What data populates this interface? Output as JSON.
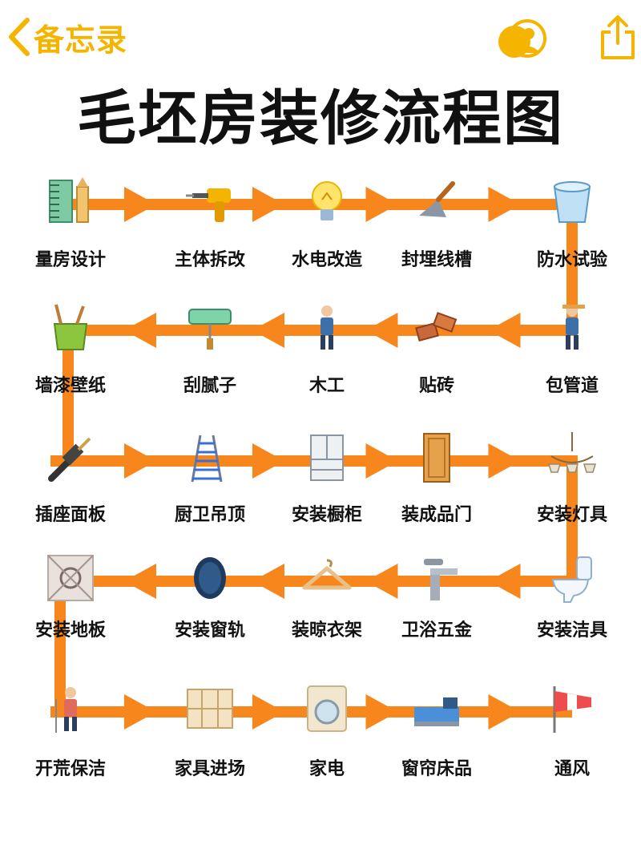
{
  "nav": {
    "back_label": "备忘录"
  },
  "title": "毛坯房装修流程图",
  "colors": {
    "accent": "#F4B400",
    "flow": "#F7861C",
    "text": "#111111"
  },
  "steps": [
    {
      "label": "量房设计",
      "icon": "ruler-pencil-icon"
    },
    {
      "label": "主体拆改",
      "icon": "drill-icon"
    },
    {
      "label": "水电改造",
      "icon": "lightbulb-icon"
    },
    {
      "label": "封埋线槽",
      "icon": "trowel-icon"
    },
    {
      "label": "防水试验",
      "icon": "bucket-icon"
    },
    {
      "label": "包管道",
      "icon": "worker-icon"
    },
    {
      "label": "贴砖",
      "icon": "bricks-icon"
    },
    {
      "label": "木工",
      "icon": "carpenter-icon"
    },
    {
      "label": "刮腻子",
      "icon": "paint-roller-icon"
    },
    {
      "label": "墙漆壁纸",
      "icon": "paint-bucket-icon"
    },
    {
      "label": "插座面板",
      "icon": "plug-icon"
    },
    {
      "label": "厨卫吊顶",
      "icon": "ladder-icon"
    },
    {
      "label": "安装橱柜",
      "icon": "cabinet-icon"
    },
    {
      "label": "装成品门",
      "icon": "door-icon"
    },
    {
      "label": "安装灯具",
      "icon": "chandelier-icon"
    },
    {
      "label": "安装洁具",
      "icon": "toilet-icon"
    },
    {
      "label": "卫浴五金",
      "icon": "faucet-icon"
    },
    {
      "label": "装晾衣架",
      "icon": "hanger-icon"
    },
    {
      "label": "安装窗轨",
      "icon": "window-rail-icon"
    },
    {
      "label": "安装地板",
      "icon": "floor-tile-icon"
    },
    {
      "label": "开荒保洁",
      "icon": "cleaner-icon"
    },
    {
      "label": "家具进场",
      "icon": "shelf-icon"
    },
    {
      "label": "家电",
      "icon": "washing-machine-icon"
    },
    {
      "label": "窗帘床品",
      "icon": "bed-icon"
    },
    {
      "label": "通风",
      "icon": "windsock-icon"
    }
  ]
}
